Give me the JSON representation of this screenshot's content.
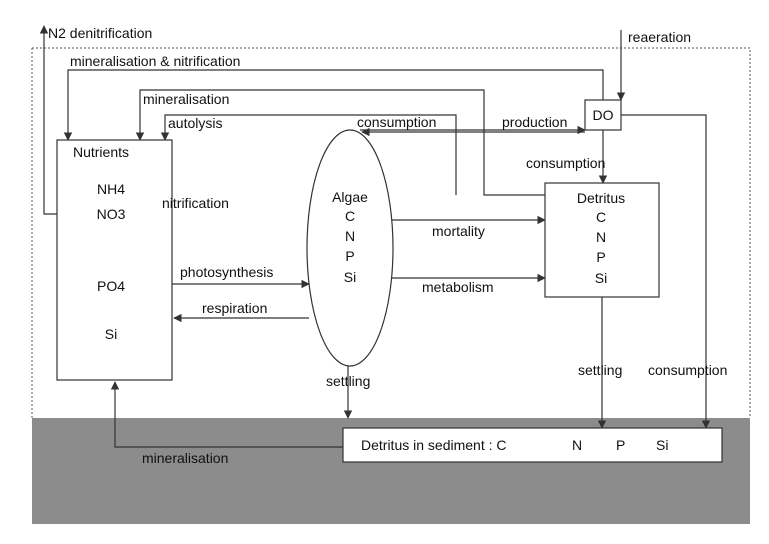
{
  "colors": {
    "line": "#333333",
    "sediment_fill": "#8c8c8c",
    "box_fill": "#ffffff",
    "text": "#111111"
  },
  "diagram": {
    "nutrients_box": {
      "title": "Nutrients",
      "nh4": "NH4",
      "no3": "NO3",
      "po4": "PO4",
      "si": "Si"
    },
    "algae": {
      "title": "Algae",
      "c": "C",
      "n": "N",
      "p": "P",
      "si": "Si"
    },
    "detritus_box": {
      "title": "Detritus",
      "c": "C",
      "n": "N",
      "p": "P",
      "si": "Si"
    },
    "do_box": {
      "label": "DO"
    },
    "sediment_box": {
      "label": "Detritus in sediment : C",
      "n": "N",
      "p": "P",
      "si": "Si"
    },
    "flows": {
      "n2_denitrification": "N2 denitrification",
      "reaeration": "reaeration",
      "mineralisation_nitrification": "mineralisation & nitrification",
      "mineralisation_top": "mineralisation",
      "autolysis": "autolysis",
      "consumption_top": "consumption",
      "production": "production",
      "consumption_do": "consumption",
      "nitrification": "nitrification",
      "mortality": "mortality",
      "photosynthesis": "photosynthesis",
      "metabolism": "metabolism",
      "respiration": "respiration",
      "settling_algae": "settling",
      "settling_detritus": "settling",
      "consumption_right": "consumption",
      "mineralisation_bottom": "mineralisation"
    }
  }
}
